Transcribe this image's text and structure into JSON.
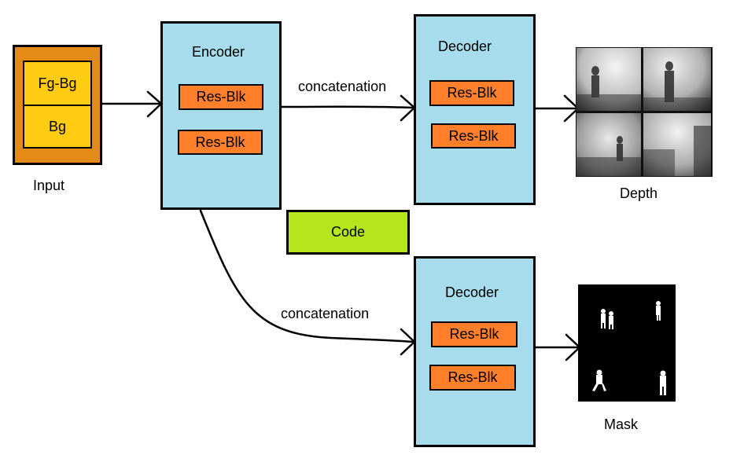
{
  "input": {
    "cells": [
      "Fg-Bg",
      "Bg"
    ],
    "label": "Input"
  },
  "encoder": {
    "title": "Encoder",
    "blocks": [
      "Res-Blk",
      "Res-Blk"
    ]
  },
  "decoder_top": {
    "title": "Decoder",
    "blocks": [
      "Res-Blk",
      "Res-Blk"
    ]
  },
  "decoder_bottom": {
    "title": "Decoder",
    "blocks": [
      "Res-Blk",
      "Res-Blk"
    ]
  },
  "code": {
    "label": "Code"
  },
  "edges": {
    "top_label": "concatenation",
    "bottom_label": "concatenation"
  },
  "outputs": {
    "depth_label": "Depth",
    "mask_label": "Mask"
  },
  "colors": {
    "input_outer": "#e48a16",
    "input_cell": "#ffcc11",
    "block": "#a6dcec",
    "res_blk": "#ff7f2a",
    "code": "#b5e51d"
  }
}
